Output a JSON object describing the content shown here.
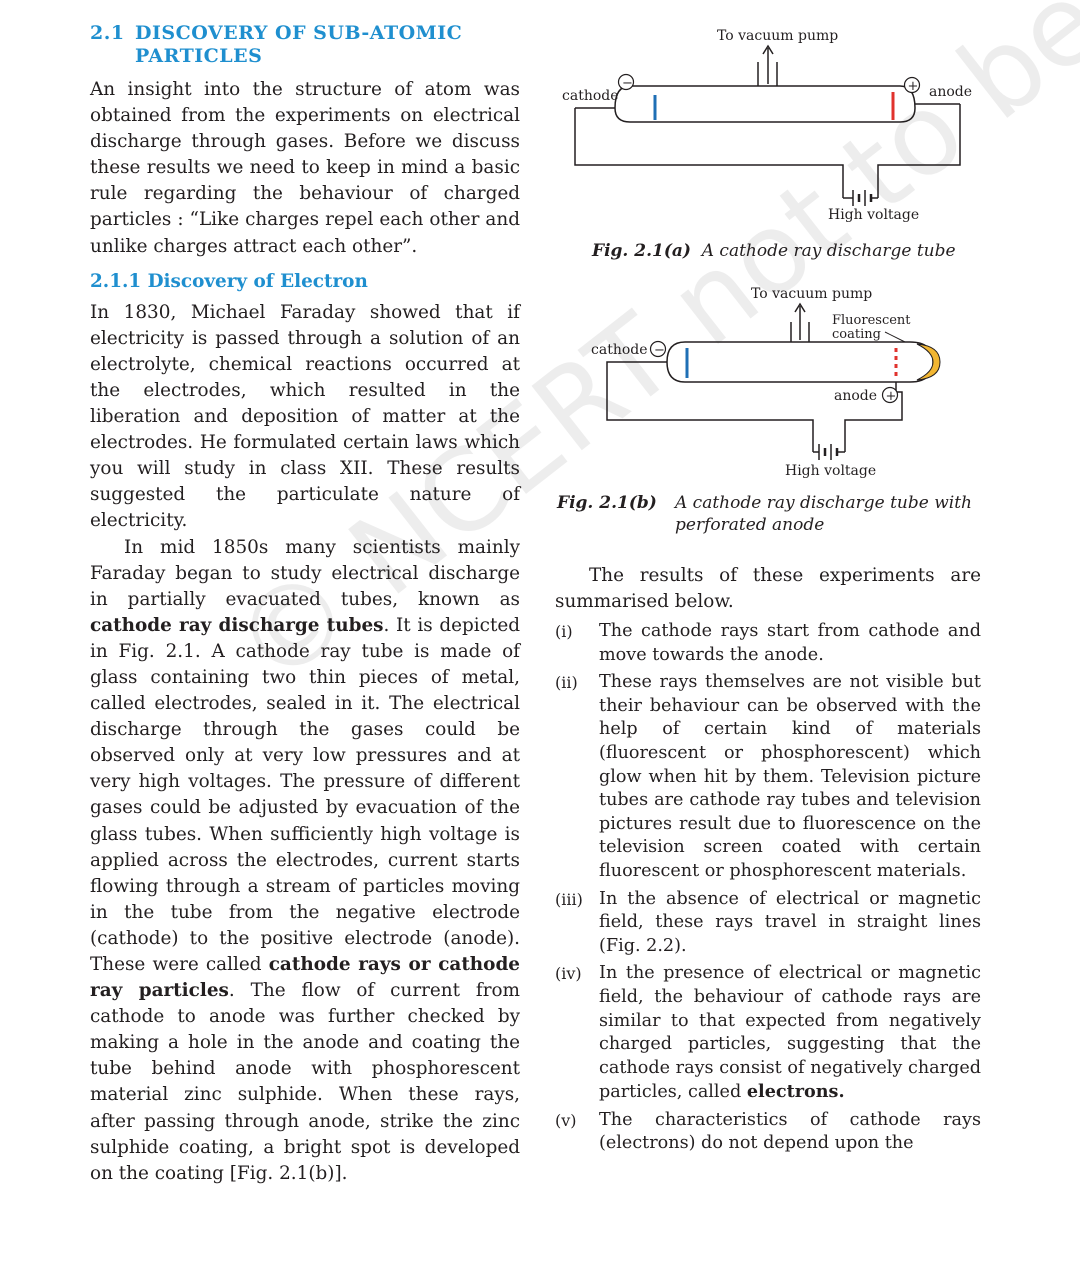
{
  "section": {
    "number": "2.1",
    "title_line1": "DISCOVERY OF SUB-ATOMIC",
    "title_line2": "PARTICLES",
    "para1": "An insight into the structure of atom was obtained from the experiments on electrical discharge through gases. Before we discuss these results we need to keep in mind a basic rule regarding the behaviour of charged particles : “Like charges repel each other and unlike charges attract each other”."
  },
  "subsection": {
    "title": "2.1.1 Discovery of Electron",
    "para1": "In 1830, Michael Faraday showed that if electricity is passed through a solution of an electrolyte, chemical reactions occurred at the electrodes, which resulted in the liberation and deposition of matter at the electrodes. He formulated certain laws which you will study in class XII. These results suggested the particulate nature of electricity.",
    "para2_a": "In mid 1850s many scientists mainly Faraday began to study electrical discharge in partially evacuated tubes, known as ",
    "para2_b": "cathode ray discharge tubes",
    "para2_c": ". It is depicted in Fig. 2.1. A cathode ray tube is made of glass containing two thin pieces of metal, called electrodes, sealed in it. The electrical discharge through the gases could be observed only at very low pressures and at very high voltages. The pressure of different gases could be adjusted by evacuation of the glass tubes. When sufficiently high voltage is applied across the electrodes, current starts flowing through a stream of particles moving in the tube from the negative electrode (cathode) to the positive electrode (anode). These were called ",
    "para2_d": "cathode rays or cathode ray particles",
    "para2_e": ". The flow of current from cathode to anode was further checked by making a hole in the anode and coating the tube behind anode with phosphorescent material zinc sulphide. When these rays, after passing through anode, strike the zinc sulphide coating, a bright spot is developed on the coating [Fig. 2.1(b)]."
  },
  "fig_a": {
    "vacuum_label": "To vacuum pump",
    "cathode_label": "cathode",
    "anode_label": "anode",
    "voltage_label": "High voltage",
    "minus_sign": "−",
    "plus_sign": "+",
    "caption_id": "Fig. 2.1(a)",
    "caption_text": "A cathode ray discharge tube"
  },
  "fig_b": {
    "vacuum_label": "To vacuum pump",
    "coating_label_1": "Fluorescent",
    "coating_label_2": "coating",
    "cathode_label": "cathode",
    "anode_label": "anode",
    "voltage_label": "High voltage",
    "minus_sign": "−",
    "plus_sign": "+",
    "caption_id": "Fig. 2.1(b)",
    "caption_line1": "A cathode ray discharge tube with",
    "caption_line2": "perforated anode"
  },
  "summary": {
    "intro": "The results of these experiments are summarised below.",
    "items": [
      {
        "mark": "(i)",
        "text": "The cathode rays start from cathode and move towards the anode."
      },
      {
        "mark": "(ii)",
        "text": "These rays themselves are not visible but their behaviour can be observed with the help of certain kind of materials (fluorescent or phosphorescent) which glow when hit by them. Television picture tubes are cathode ray tubes and television pictures result due to fluorescence on the television screen coated with certain fluorescent or phosphorescent materials."
      },
      {
        "mark": "(iii)",
        "text": "In the absence of electrical or magnetic field, these rays travel in straight lines (Fig. 2.2)."
      },
      {
        "mark": "(iv)",
        "text_a": "In the presence of electrical or magnetic field, the behaviour of cathode rays are similar to that expected from negatively charged particles, suggesting that the cathode rays consist of negatively charged particles, called ",
        "text_b": "electrons."
      },
      {
        "mark": "(v)",
        "text": "The characteristics of cathode rays (electrons) do not depend upon the"
      }
    ]
  },
  "watermark": "© NCERT not to be republished",
  "colors": {
    "heading": "#1f8fcf",
    "cathode_plate": "#1f6fb5",
    "anode_plate": "#e0322d",
    "coating": "#f2b632"
  }
}
